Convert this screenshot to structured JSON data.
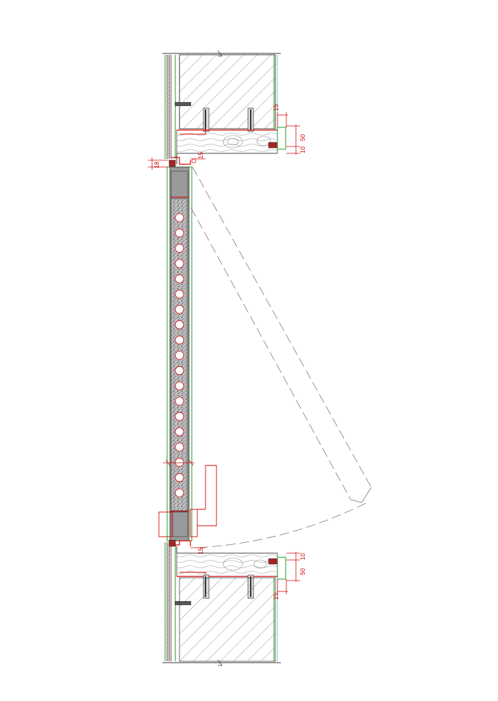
{
  "drawing": {
    "colors": {
      "dimension": "#d40000",
      "finish_line": "#1a9a1a",
      "wall_hatch": "#555555",
      "frame_wood": "#8a8a8a",
      "door_core": "#444444",
      "sash_swing": "#777777"
    },
    "dimensions": {
      "top_right_15": "15",
      "top_right_50": "50",
      "top_right_10": "10",
      "top_jamb_15": "15",
      "left_18": "18",
      "bottom_jamb_15": "15",
      "bottom_right_10": "10",
      "bottom_right_50": "50",
      "bottom_right_15": "15"
    },
    "holes_count_visible": 19
  }
}
